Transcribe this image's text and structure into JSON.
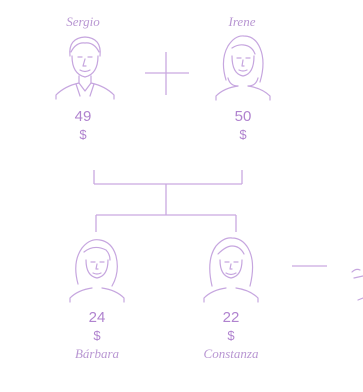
{
  "parents": [
    {
      "name": "Sergio",
      "age": "49",
      "currency": "$"
    },
    {
      "name": "Irene",
      "age": "50",
      "currency": "$"
    }
  ],
  "children": [
    {
      "name": "Bárbara",
      "age": "24",
      "currency": "$"
    },
    {
      "name": "Constanza",
      "age": "22",
      "currency": "$"
    }
  ],
  "colors": {
    "line": "#c6a6df",
    "text": "#b896d2"
  }
}
